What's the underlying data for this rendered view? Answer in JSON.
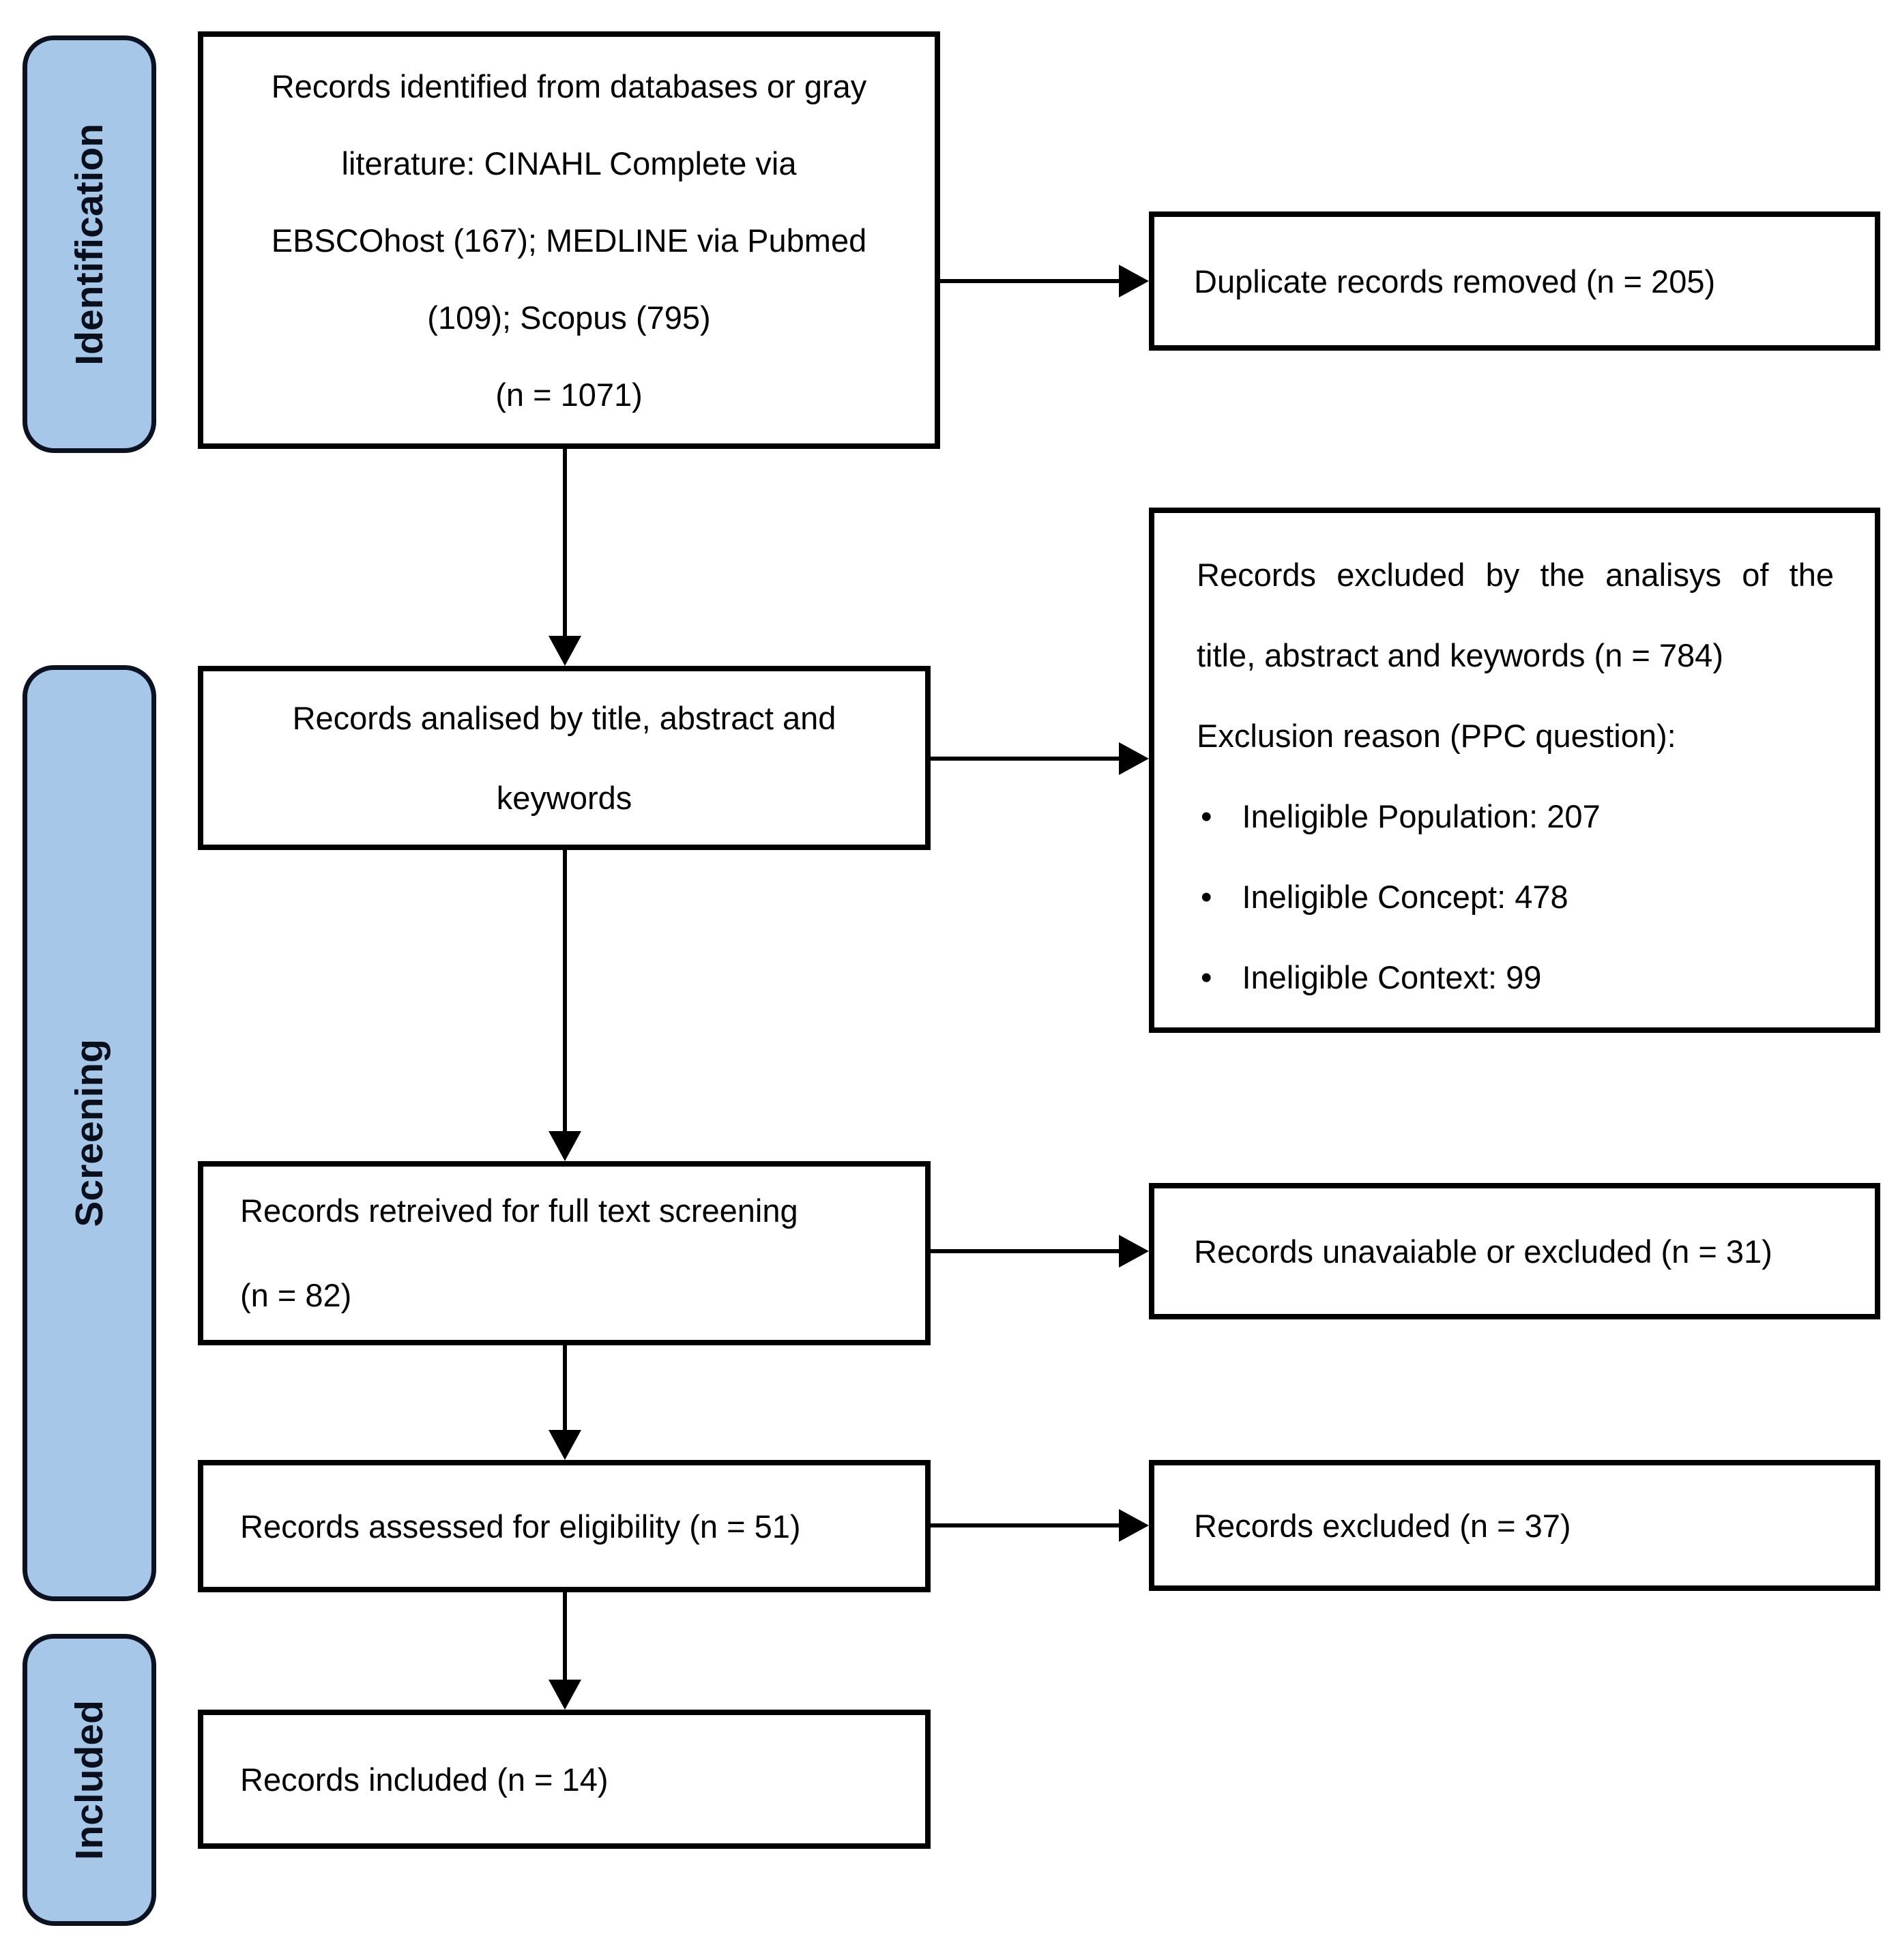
{
  "diagram": {
    "type": "prisma-flow",
    "background": "#ffffff"
  },
  "sidebar": {
    "fill": "#A6C7E8",
    "border": "#0D1222",
    "text_color": "#0A0F1E",
    "stages": [
      {
        "id": "identification",
        "label": "Identification"
      },
      {
        "id": "screening",
        "label": "Screening"
      },
      {
        "id": "included",
        "label": "Included"
      }
    ]
  },
  "boxes": {
    "identified": {
      "lines": [
        "Records identified from databases or gray",
        "literature: CINAHL Complete via",
        "EBSCOhost (167); MEDLINE via Pubmed",
        "(109); Scopus (795)",
        "(n = 1071)"
      ]
    },
    "duplicates_removed": {
      "text": "Duplicate records removed (n = 205)"
    },
    "analysed": {
      "lines": [
        "Records analised by title, abstract and",
        "keywords"
      ]
    },
    "excluded_by_analysis": {
      "line1": "Records excluded by the analisys of the",
      "line2": "title, abstract and keywords (n = 784)",
      "reason_header": "Exclusion reason (PPC question):",
      "bullet_char": "•",
      "bullets": [
        "Ineligible Population: 207",
        "Ineligible Concept: 478",
        "Ineligible Context: 99"
      ]
    },
    "retrieved": {
      "line1": "Records retreived for full text screening",
      "line2": "(n = 82)"
    },
    "unavailable_excluded": {
      "text": "Records unavaiable or excluded (n = 31)"
    },
    "assessed": {
      "text": "Records assessed for eligibility (n = 51)"
    },
    "excluded_fulltext": {
      "text": "Records excluded (n = 37)"
    },
    "included_records": {
      "text": "Records included (n = 14)"
    }
  }
}
